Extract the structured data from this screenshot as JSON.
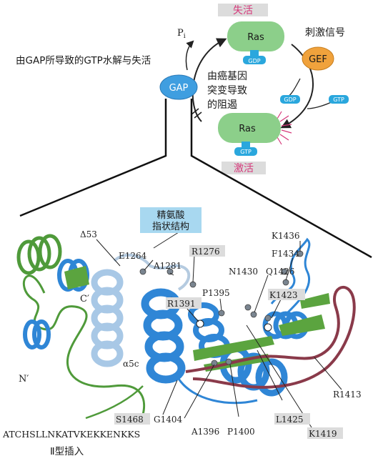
{
  "cycle": {
    "inactive_label": "失活",
    "active_label": "激活",
    "ras_label": "Ras",
    "gdp_label": "GDP",
    "gtp_label": "GTP",
    "gef_label": "GEF",
    "gap_label": "GAP",
    "pi_label": "P",
    "pi_sub": "i",
    "stimulus_label": "刺激信号",
    "gap_hydrolysis_label": "由GAP所导致的GTP水解与失活",
    "oncogene_block": [
      "由癌基因",
      "突变导致",
      "的阻遏"
    ]
  },
  "structure": {
    "arginine_finger": [
      "精氨酸",
      "指状结构"
    ],
    "insert_sequence": "ATCHSLLNKATVKEKKENKKS",
    "insert_type": "Ⅱ型插入",
    "helix_label": "α5c",
    "c_term": "C′",
    "n_term": "N′",
    "residues": {
      "d53": "Δ53",
      "e1264": "E1264",
      "a1281": "A1281",
      "r1276": "R1276",
      "r1391": "R1391",
      "k1436": "K1436",
      "f1434": "F1434",
      "n1430": "N1430",
      "q1426": "Q1426",
      "p1395": "P1395",
      "k1423": "K1423",
      "r1413": "R1413",
      "s1468": "S1468",
      "g1404": "G1404",
      "a1396": "A1396",
      "p1400": "P1400",
      "l1425": "L1425",
      "k1419": "K1419"
    }
  },
  "colors": {
    "ras_green": "#8ccf8a",
    "gef_orange": "#f0a23c",
    "gap_blue": "#3f9ee0",
    "nucleotide_blue": "#2aa7dd",
    "label_pink": "#d6387a",
    "helix_blue": "#2f86d6",
    "pale_blue": "#a8c8e6",
    "protein_green": "#4f9a3a",
    "loop_maroon": "#8a3a4a",
    "arginine_box": "#a8d8f0",
    "label_box_gray": "#dcdcdc"
  }
}
